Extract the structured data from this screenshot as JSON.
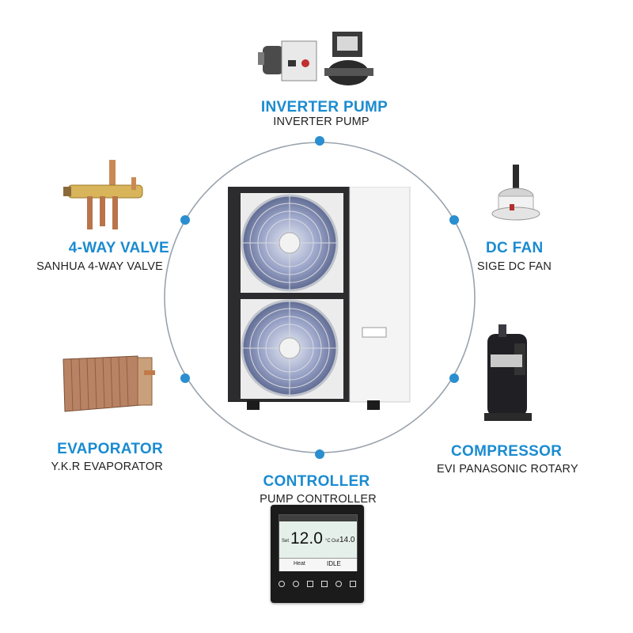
{
  "components": {
    "inverter_pump": {
      "title": "INVERTER PUMP",
      "subtitle": "INVERTER PUMP"
    },
    "four_way_valve": {
      "title": "4-WAY VALVE",
      "subtitle": "SANHUA 4-WAY VALVE"
    },
    "dc_fan": {
      "title": "DC FAN",
      "subtitle": "SIGE DC FAN"
    },
    "evaporator": {
      "title": "EVAPORATOR",
      "subtitle": "Y.K.R EVAPORATOR"
    },
    "compressor": {
      "title": "COMPRESSOR",
      "subtitle": "EVI PANASONIC ROTARY"
    },
    "controller": {
      "title": "CONTROLLER",
      "subtitle": "PUMP CONTROLLER"
    }
  },
  "controller_screen": {
    "temperature": "12.0",
    "set_label": "Set",
    "temp_unit": "°C",
    "outlet_label": "Out",
    "outlet_temp": "14.0",
    "mode": "Heat",
    "status": "IDLE"
  },
  "colors": {
    "accent": "#1a8bd0",
    "circle": "#9aa3ad",
    "unit_body": "#2c2c2e"
  }
}
